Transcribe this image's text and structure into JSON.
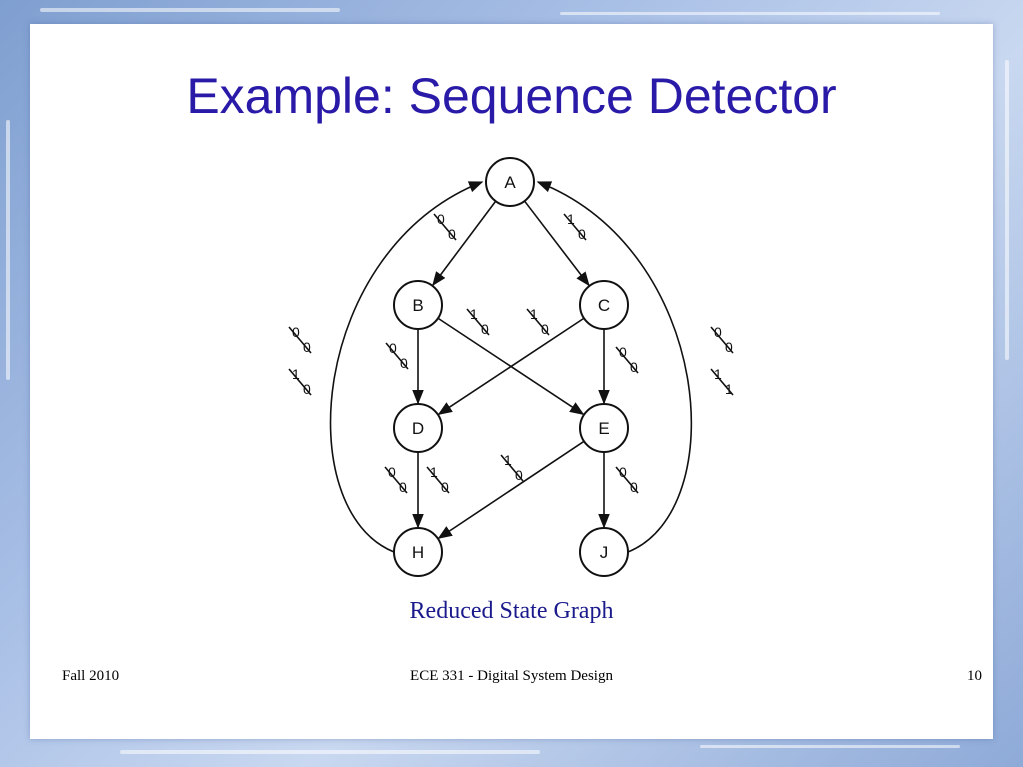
{
  "slide": {
    "title": "Example: Sequence Detector",
    "caption": "Reduced State Graph",
    "footer": {
      "left": "Fall 2010",
      "center": "ECE 331 - Digital System Design",
      "page_number": "10"
    }
  },
  "graph": {
    "nodes": [
      {
        "id": "A",
        "label": "A"
      },
      {
        "id": "B",
        "label": "B"
      },
      {
        "id": "C",
        "label": "C"
      },
      {
        "id": "D",
        "label": "D"
      },
      {
        "id": "E",
        "label": "E"
      },
      {
        "id": "H",
        "label": "H"
      },
      {
        "id": "J",
        "label": "J"
      }
    ],
    "edges": [
      {
        "from": "A",
        "to": "B",
        "labels": [
          [
            "0",
            "0"
          ]
        ]
      },
      {
        "from": "A",
        "to": "C",
        "labels": [
          [
            "1",
            "0"
          ]
        ]
      },
      {
        "from": "B",
        "to": "D",
        "labels": [
          [
            "0",
            "0"
          ]
        ]
      },
      {
        "from": "B",
        "to": "E",
        "labels": [
          [
            "1",
            "0"
          ]
        ]
      },
      {
        "from": "C",
        "to": "D",
        "labels": [
          [
            "1",
            "0"
          ]
        ]
      },
      {
        "from": "C",
        "to": "E",
        "labels": [
          [
            "0",
            "0"
          ]
        ]
      },
      {
        "from": "D",
        "to": "H",
        "labels": [
          [
            "0",
            "0"
          ],
          [
            "1",
            "0"
          ]
        ]
      },
      {
        "from": "E",
        "to": "H",
        "labels": [
          [
            "1",
            "0"
          ]
        ]
      },
      {
        "from": "E",
        "to": "J",
        "labels": [
          [
            "0",
            "0"
          ]
        ]
      },
      {
        "from": "H",
        "to": "A",
        "labels": [
          [
            "0",
            "0"
          ],
          [
            "1",
            "0"
          ]
        ]
      },
      {
        "from": "J",
        "to": "A",
        "labels": [
          [
            "0",
            "0"
          ],
          [
            "1",
            "1"
          ]
        ]
      }
    ]
  },
  "colors": {
    "title": "#2a1aa8",
    "caption": "#1a1a8c",
    "frame": "#8eaad8"
  }
}
